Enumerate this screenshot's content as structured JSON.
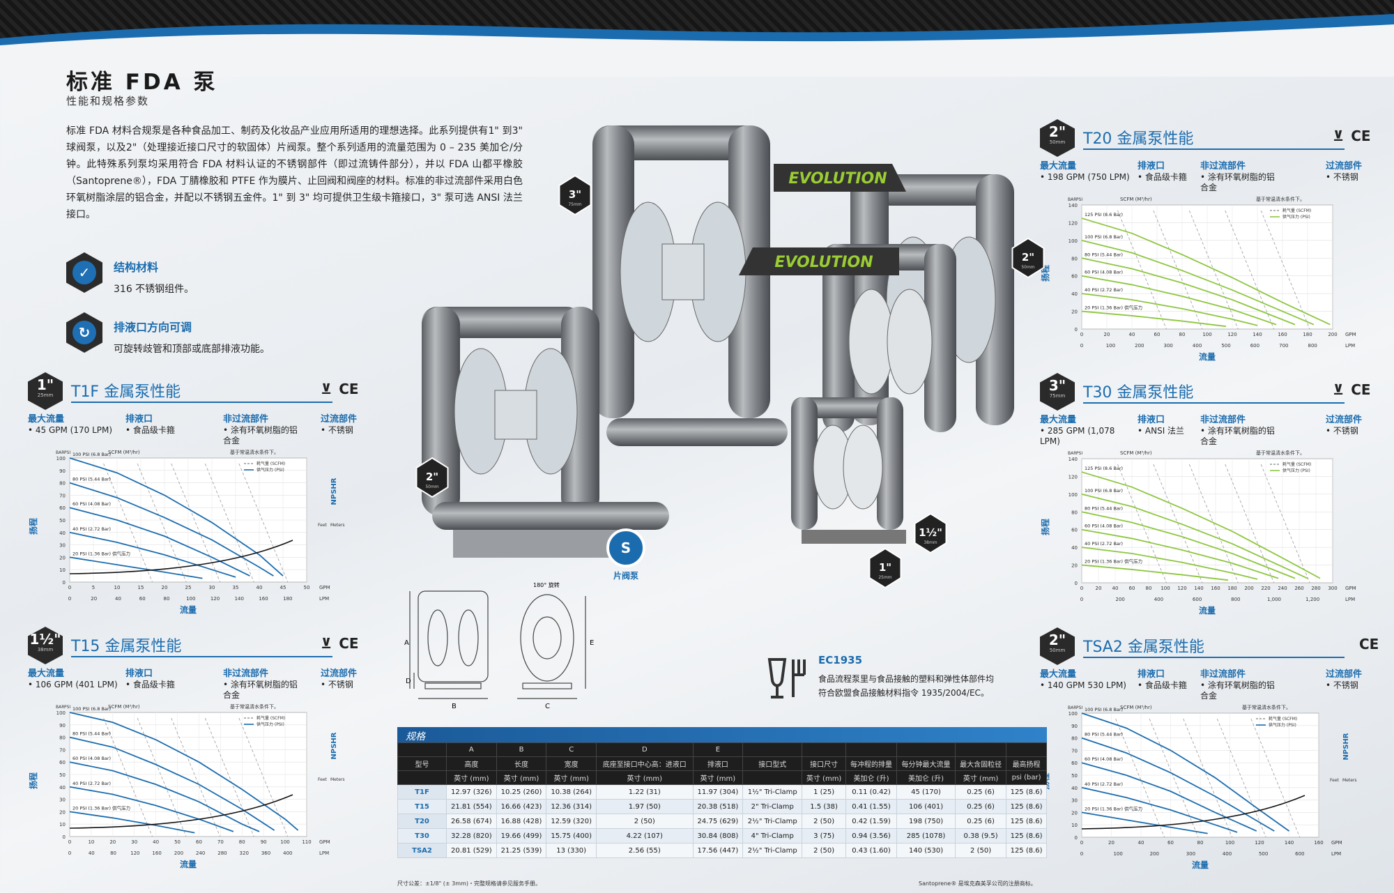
{
  "header": {
    "title": "标准 FDA 泵",
    "subtitle": "性能和规格参数"
  },
  "intro": "标准 FDA 材料合规泵是各种食品加工、制药及化妆品产业应用所适用的理想选择。此系列提供有1\" 到3\" 球阀泵，以及2\"（处理接近接口尺寸的软固体）片阀泵。整个系列适用的流量范围为 0 – 235 美加仑/分钟。此特殊系列泵均采用符合 FDA 材料认证的不锈钢部件（即过流铸件部分），并以 FDA 山都平橡胶（Santoprene®），FDA 丁腈橡胶和 PTFE 作为膜片、止回阀和阀座的材料。标准的非过流部件采用白色环氧树脂涂层的铝合金，并配以不锈钢五金件。1\" 到 3\" 均可提供卫生级卡箍接口，3\" 泵可选 ANSI 法兰接口。",
  "features": [
    {
      "title": "结构材料",
      "desc": "316 不锈钢组件。",
      "icon": "check-icon"
    },
    {
      "title": "排液口方向可调",
      "desc": "可旋转歧管和顶部或底部排液功能。",
      "icon": "rotate-icon"
    }
  ],
  "spec_labels": {
    "max_flow": "最大流量",
    "outlet": "排液口",
    "non_wetted": "非过流部件",
    "wetted": "过流部件"
  },
  "sections": {
    "t1f": {
      "size": "1\"",
      "mm": "25mm",
      "title": "T1F 金属泵性能",
      "max_flow": "• 45 GPM (170 LPM)",
      "outlet": "• 食品级卡箍",
      "non_wetted": "• 涂有环氧树脂的铝合金",
      "wetted": "• 不锈钢"
    },
    "t15": {
      "size": "1½\"",
      "mm": "38mm",
      "title": "T15 金属泵性能",
      "max_flow": "• 106 GPM (401 LPM)",
      "outlet": "• 食品级卡箍",
      "non_wetted": "• 涂有环氧树脂的铝合金",
      "wetted": "• 不锈钢"
    },
    "t20": {
      "size": "2\"",
      "mm": "50mm",
      "title": "T20 金属泵性能",
      "max_flow": "• 198 GPM (750 LPM)",
      "outlet": "• 食品级卡箍",
      "non_wetted": "• 涂有环氧树脂的铝合金",
      "wetted": "• 不锈钢"
    },
    "t30": {
      "size": "3\"",
      "mm": "75mm",
      "title": "T30 金属泵性能",
      "max_flow": "• 285 GPM (1,078 LPM)",
      "outlet": "• ANSI 法兰",
      "non_wetted": "• 涂有环氧树脂的铝合金",
      "wetted": "• 不锈钢"
    },
    "tsa2": {
      "size": "2\"",
      "mm": "50mm",
      "title": "TSA2 金属泵性能",
      "max_flow": "• 140 GPM 530 LPM)",
      "outlet": "• 食品级卡箍",
      "non_wetted": "• 涂有环氧树脂的铝合金",
      "wetted": "• 不锈钢"
    }
  },
  "cert": {
    "food": "⊻",
    "ce": "CE"
  },
  "chart_common": {
    "ylabel": "扬程",
    "xlabel": "流量",
    "npshr": "NPSHR",
    "note": "基于常温清水条件下。",
    "legend_air": "耗气量 (SCFM)",
    "legend_pressure": "供气压力 (PSI)",
    "scfm_label": "SCFM (M³/hr)",
    "gpm": "GPM",
    "lpm": "LPM",
    "feet": "Feet",
    "meters": "Meters",
    "bar": "BAR",
    "psi": "PSI"
  },
  "chart_data": [
    {
      "type": "line",
      "id": "T1F",
      "title": "T1F 金属泵性能",
      "x_gpm_ticks": [
        0,
        5,
        10,
        15,
        20,
        25,
        30,
        35,
        40,
        45,
        50
      ],
      "x_lpm_ticks": [
        0,
        20,
        40,
        60,
        80,
        100,
        120,
        140,
        160,
        180
      ],
      "y_psi_ticks": [
        0,
        10,
        20,
        30,
        40,
        50,
        60,
        70,
        80,
        90,
        100
      ],
      "series": [
        {
          "name": "100 PSI (6.8 Bar)",
          "x": [
            0,
            10,
            20,
            30,
            40,
            45
          ],
          "y": [
            100,
            88,
            70,
            48,
            22,
            5
          ]
        },
        {
          "name": "80 PSI (5.44 Bar)",
          "x": [
            0,
            10,
            20,
            30,
            40,
            43
          ],
          "y": [
            80,
            68,
            52,
            34,
            12,
            5
          ]
        },
        {
          "name": "60 PSI (4.08 Bar)",
          "x": [
            0,
            10,
            20,
            30,
            38
          ],
          "y": [
            60,
            50,
            37,
            20,
            5
          ]
        },
        {
          "name": "40 PSI (2.72 Bar)",
          "x": [
            0,
            10,
            20,
            30,
            35
          ],
          "y": [
            40,
            32,
            22,
            10,
            4
          ]
        },
        {
          "name": "20 PSI (1.36 Bar) 供气压力",
          "x": [
            0,
            10,
            20,
            28
          ],
          "y": [
            20,
            14,
            8,
            3
          ]
        }
      ]
    },
    {
      "type": "line",
      "id": "T15",
      "title": "T15 金属泵性能",
      "x_gpm_ticks": [
        0,
        10,
        20,
        30,
        40,
        50,
        60,
        70,
        80,
        90,
        100,
        110
      ],
      "x_lpm_ticks": [
        0,
        40,
        80,
        120,
        160,
        200,
        240,
        280,
        320,
        360,
        400
      ],
      "y_psi_ticks": [
        0,
        10,
        20,
        30,
        40,
        50,
        60,
        70,
        80,
        90,
        100
      ],
      "series": [
        {
          "name": "100 PSI (6.8 Bar)",
          "x": [
            0,
            20,
            40,
            60,
            80,
            100,
            106
          ],
          "y": [
            100,
            92,
            78,
            60,
            38,
            14,
            5
          ]
        },
        {
          "name": "80 PSI (5.44 Bar)",
          "x": [
            0,
            20,
            40,
            60,
            80,
            95
          ],
          "y": [
            80,
            72,
            58,
            42,
            22,
            5
          ]
        },
        {
          "name": "60 PSI (4.08 Bar)",
          "x": [
            0,
            20,
            40,
            60,
            80,
            88
          ],
          "y": [
            60,
            53,
            42,
            28,
            10,
            4
          ]
        },
        {
          "name": "40 PSI (2.72 Bar)",
          "x": [
            0,
            20,
            40,
            60,
            76
          ],
          "y": [
            40,
            34,
            25,
            14,
            4
          ]
        },
        {
          "name": "20 PSI (1.36 Bar) 供气压力",
          "x": [
            0,
            20,
            40,
            58
          ],
          "y": [
            20,
            15,
            9,
            3
          ]
        }
      ]
    },
    {
      "type": "line",
      "id": "T20",
      "title": "T20 金属泵性能",
      "x_gpm_ticks": [
        0,
        20,
        40,
        60,
        80,
        100,
        120,
        140,
        160,
        180,
        200
      ],
      "x_lpm_ticks": [
        0,
        100,
        200,
        300,
        400,
        500,
        600,
        700,
        800
      ],
      "y_psi_ticks": [
        0,
        20,
        40,
        60,
        80,
        100,
        120,
        140
      ],
      "series": [
        {
          "name": "125 PSI (8.6 Bar)",
          "x": [
            0,
            40,
            80,
            120,
            160,
            198
          ],
          "y": [
            125,
            108,
            84,
            58,
            30,
            5
          ]
        },
        {
          "name": "100 PSI (6.8 Bar)",
          "x": [
            0,
            40,
            80,
            120,
            160,
            185
          ],
          "y": [
            100,
            86,
            66,
            44,
            20,
            5
          ]
        },
        {
          "name": "80 PSI (5.44 Bar)",
          "x": [
            0,
            40,
            80,
            120,
            170
          ],
          "y": [
            80,
            68,
            52,
            33,
            5
          ]
        },
        {
          "name": "60 PSI (4.08 Bar)",
          "x": [
            0,
            40,
            80,
            120,
            155
          ],
          "y": [
            60,
            50,
            37,
            22,
            5
          ]
        },
        {
          "name": "40 PSI (2.72 Bar)",
          "x": [
            0,
            40,
            80,
            120,
            140
          ],
          "y": [
            40,
            33,
            23,
            11,
            4
          ]
        },
        {
          "name": "20 PSI (1.36 Bar) 供气压力",
          "x": [
            0,
            40,
            80,
            115
          ],
          "y": [
            20,
            15,
            9,
            3
          ]
        }
      ]
    },
    {
      "type": "line",
      "id": "T30",
      "title": "T30 金属泵性能",
      "x_gpm_ticks": [
        0,
        20,
        40,
        60,
        80,
        100,
        120,
        140,
        160,
        180,
        200,
        220,
        240,
        260,
        280,
        300
      ],
      "x_lpm_ticks": [
        0,
        200,
        400,
        600,
        800,
        "1,000",
        "1,200"
      ],
      "y_psi_ticks": [
        0,
        20,
        40,
        60,
        80,
        100,
        120,
        140
      ],
      "series": [
        {
          "name": "125 PSI (8.6 Bar)",
          "x": [
            0,
            60,
            120,
            180,
            240,
            285
          ],
          "y": [
            125,
            108,
            84,
            58,
            28,
            5
          ]
        },
        {
          "name": "100 PSI (6.8 Bar)",
          "x": [
            0,
            60,
            120,
            180,
            240,
            270
          ],
          "y": [
            100,
            86,
            66,
            44,
            18,
            5
          ]
        },
        {
          "name": "80 PSI (5.44 Bar)",
          "x": [
            0,
            60,
            120,
            180,
            255
          ],
          "y": [
            80,
            68,
            52,
            33,
            5
          ]
        },
        {
          "name": "60 PSI (4.08 Bar)",
          "x": [
            0,
            60,
            120,
            180,
            235
          ],
          "y": [
            60,
            50,
            37,
            22,
            5
          ]
        },
        {
          "name": "40 PSI (2.72 Bar)",
          "x": [
            0,
            60,
            120,
            180,
            210
          ],
          "y": [
            40,
            33,
            23,
            11,
            4
          ]
        },
        {
          "name": "20 PSI (1.36 Bar) 供气压力",
          "x": [
            0,
            60,
            120,
            175
          ],
          "y": [
            20,
            15,
            9,
            3
          ]
        }
      ]
    },
    {
      "type": "line",
      "id": "TSA2",
      "title": "TSA2 金属泵性能",
      "x_gpm_ticks": [
        0,
        20,
        40,
        60,
        80,
        100,
        120,
        140,
        160
      ],
      "x_lpm_ticks": [
        0,
        100,
        200,
        300,
        400,
        500,
        600
      ],
      "y_psi_ticks": [
        0,
        10,
        20,
        30,
        40,
        50,
        60,
        70,
        80,
        90,
        100
      ],
      "series": [
        {
          "name": "100 PSI (6.8 Bar)",
          "x": [
            0,
            30,
            60,
            90,
            120,
            140
          ],
          "y": [
            100,
            88,
            70,
            48,
            22,
            5
          ]
        },
        {
          "name": "80 PSI (5.44 Bar)",
          "x": [
            0,
            30,
            60,
            90,
            130
          ],
          "y": [
            80,
            68,
            52,
            33,
            5
          ]
        },
        {
          "name": "60 PSI (4.08 Bar)",
          "x": [
            0,
            30,
            60,
            90,
            118
          ],
          "y": [
            60,
            50,
            37,
            20,
            5
          ]
        },
        {
          "name": "40 PSI (2.72 Bar)",
          "x": [
            0,
            30,
            60,
            90,
            105
          ],
          "y": [
            40,
            32,
            22,
            10,
            4
          ]
        },
        {
          "name": "20 PSI (1.36 Bar) 供气压力",
          "x": [
            0,
            30,
            60,
            85
          ],
          "y": [
            20,
            14,
            8,
            3
          ]
        }
      ]
    }
  ],
  "pump_labels": {
    "evolution": "EVOLUTION",
    "flap": "片阀泵",
    "b3": {
      "s": "3\"",
      "mm": "75mm"
    },
    "b2a": {
      "s": "2\"",
      "mm": "50mm"
    },
    "b2b": {
      "s": "2\"",
      "mm": "50mm"
    },
    "b15": {
      "s": "1½\"",
      "mm": "38mm"
    },
    "b1": {
      "s": "1\"",
      "mm": "25mm"
    }
  },
  "dims": {
    "rotate": "180° 旋转",
    "letters": [
      "A",
      "B",
      "C",
      "D",
      "E"
    ]
  },
  "ec": {
    "title": "EC1935",
    "desc1": "食品流程泵里与食品接触的塑料和弹性体部件均",
    "desc2": "符合欧盟食品接触材料指令 1935/2004/EC。"
  },
  "table": {
    "title": "规格",
    "col_letters": [
      "A",
      "B",
      "C",
      "D",
      "E"
    ],
    "headers": [
      "型号",
      "高度",
      "长度",
      "宽度",
      "底座至接口中心高：进液口",
      "排液口",
      "接口型式",
      "接口尺寸",
      "每冲程的排量",
      "每分钟最大流量",
      "最大含固粒径",
      "最高扬程"
    ],
    "units": [
      "英寸 (mm)",
      "英寸 (mm)",
      "英寸 (mm)",
      "英寸 (mm)",
      "英寸 (mm)",
      "英寸 (mm)",
      "美加仑 (升)",
      "美加仑 (升)",
      "英寸 (mm)",
      "psi (bar)"
    ],
    "rows": [
      [
        "T1F",
        "12.97 (326)",
        "10.25 (260)",
        "10.38 (264)",
        "1.22 (31)",
        "11.97 (304)",
        "1½\" Tri-Clamp",
        "1 (25)",
        "0.11 (0.42)",
        "45 (170)",
        "0.25 (6)",
        "125 (8.6)"
      ],
      [
        "T15",
        "21.81 (554)",
        "16.66 (423)",
        "12.36 (314)",
        "1.97 (50)",
        "20.38 (518)",
        "2\" Tri-Clamp",
        "1.5 (38)",
        "0.41 (1.55)",
        "106 (401)",
        "0.25 (6)",
        "125 (8.6)"
      ],
      [
        "T20",
        "26.58 (674)",
        "16.88 (428)",
        "12.59 (320)",
        "2 (50)",
        "24.75 (629)",
        "2½\" Tri-Clamp",
        "2 (50)",
        "0.42 (1.59)",
        "198 (750)",
        "0.25 (6)",
        "125 (8.6)"
      ],
      [
        "T30",
        "32.28 (820)",
        "19.66 (499)",
        "15.75 (400)",
        "4.22 (107)",
        "30.84 (808)",
        "4\" Tri-Clamp",
        "3 (75)",
        "0.94 (3.56)",
        "285 (1078)",
        "0.38 (9.5)",
        "125 (8.6)"
      ],
      [
        "TSA2",
        "20.81 (529)",
        "21.25 (539)",
        "13 (330)",
        "2.56 (55)",
        "17.56 (447)",
        "2½\" Tri-Clamp",
        "2 (50)",
        "0.43 (1.60)",
        "140 (530)",
        "2 (50)",
        "125 (8.6)"
      ]
    ],
    "footnote": "尺寸公差：±1/8\" (± 3mm)・完整规格请参见服务手册。",
    "trademark": "Santoprene® 是埃克森美孚公司的注册商标。"
  },
  "colors": {
    "accent": "#1b6cae",
    "evolution_green": "#9acd32",
    "dark": "#222222"
  }
}
